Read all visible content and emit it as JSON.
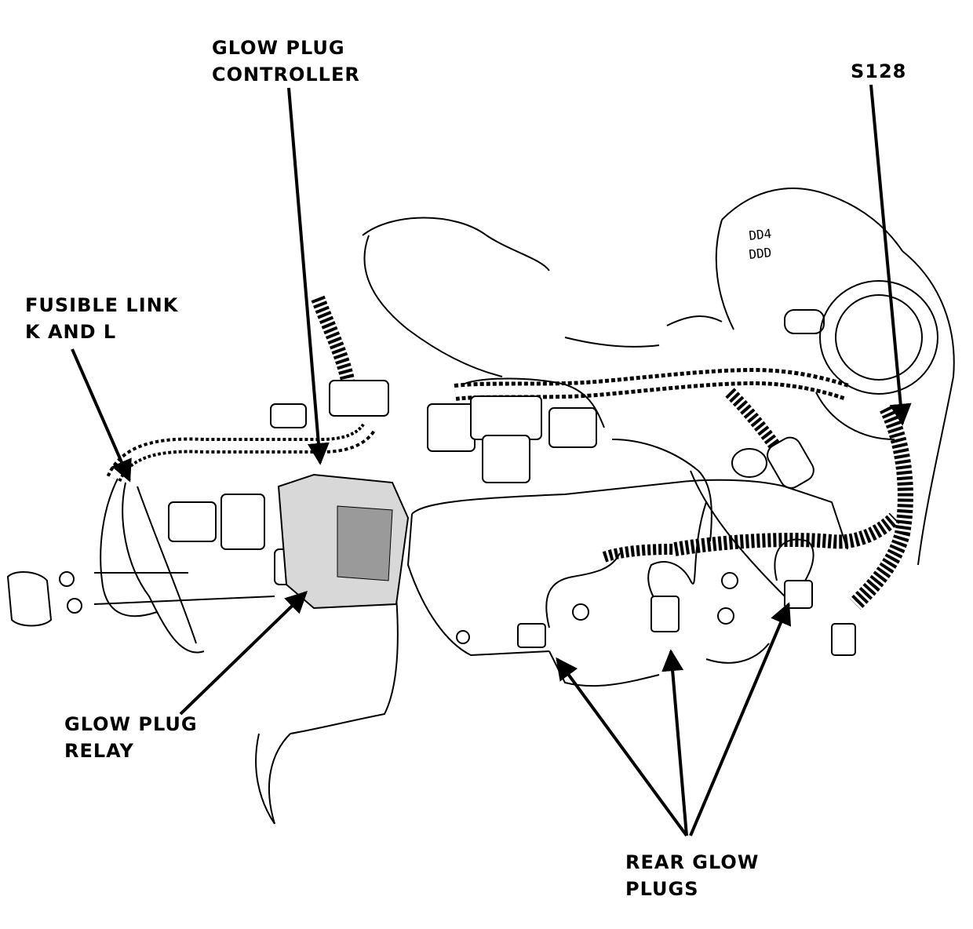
{
  "labels": {
    "glow_plug_controller": {
      "line1": "GLOW PLUG",
      "line2": "CONTROLLER"
    },
    "s128": "S128",
    "fusible_link": {
      "line1": "FUSIBLE LINK",
      "line2": "K AND L"
    },
    "glow_plug_relay": {
      "line1": "GLOW PLUG",
      "line2": "RELAY"
    },
    "rear_glow_plugs": {
      "line1": "REAR GLOW",
      "line2": "PLUGS"
    }
  },
  "part_marking": {
    "line1": "DD4",
    "line2": "DDD"
  },
  "colors": {
    "ink": "#000000",
    "paper": "#ffffff"
  }
}
